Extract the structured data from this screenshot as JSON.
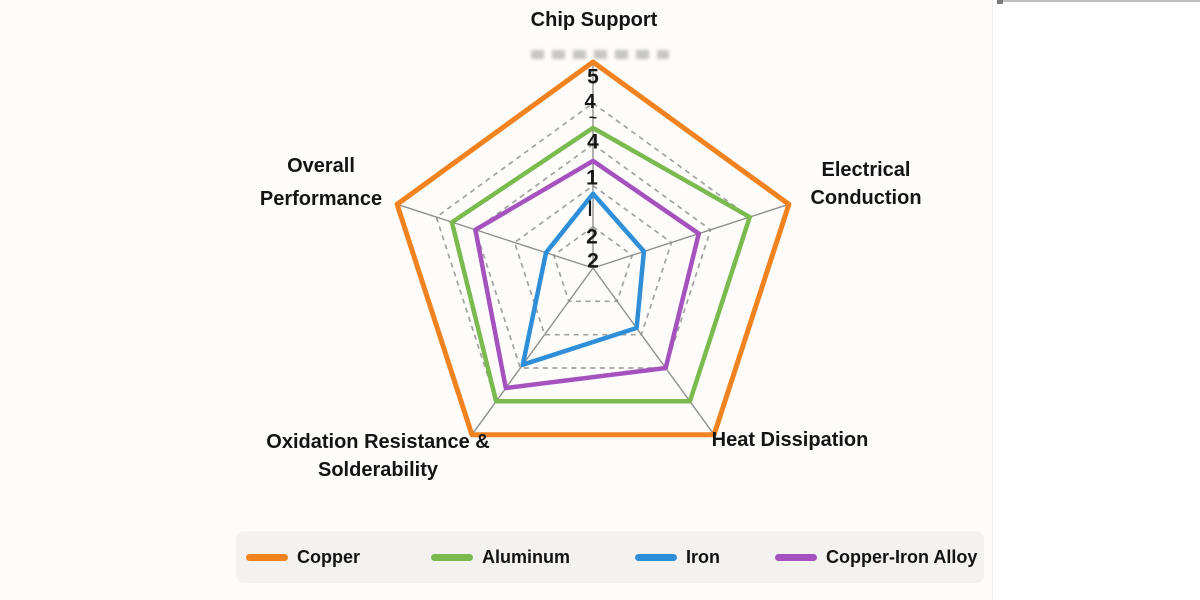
{
  "window": {
    "background": "#ffffff"
  },
  "chart_data": {
    "type": "radar",
    "title": "",
    "axes": [
      "Chip Support",
      "Electrical Conduction",
      "Heat Dissipation",
      "Oxidation Resistance & Solderability",
      "Overall Performance"
    ],
    "scale_min": 0,
    "scale_max": 5,
    "grid_rings": [
      1,
      2,
      3,
      4,
      5
    ],
    "grid_style": "dashed gray pentagon rings with gray radial spokes",
    "grid_color": "#A2A2A2",
    "spoke_color": "#8F8F8F",
    "legend_position": "bottom",
    "series": [
      {
        "name": "Copper",
        "color": "#F0831F",
        "values": [
          5,
          5,
          5,
          5,
          5
        ]
      },
      {
        "name": "Aluminum",
        "color": "#7ABA4E",
        "values": [
          3.4,
          4,
          4,
          4,
          3.6
        ]
      },
      {
        "name": "Iron",
        "color": "#2E8FD8",
        "values": [
          1.8,
          1.3,
          1.8,
          2.9,
          1.2
        ]
      },
      {
        "name": "Copper-Iron Alloy",
        "color": "#A551BE",
        "values": [
          2.6,
          2.7,
          3,
          3.6,
          3
        ]
      }
    ],
    "axis_tick_glyphs": [
      "5",
      "4",
      "~",
      "4",
      "1",
      "|",
      "2",
      "2"
    ]
  },
  "axis_labels": {
    "top": "Chip Support",
    "right_line1": "Electrical",
    "right_line2": "Conduction",
    "bottom_right": "Heat Dissipation",
    "bottom_left_line1": "Oxidation Resistance &",
    "bottom_left_line2": "Solderability",
    "left_line1": "Overall",
    "left_line2": "Performance"
  }
}
